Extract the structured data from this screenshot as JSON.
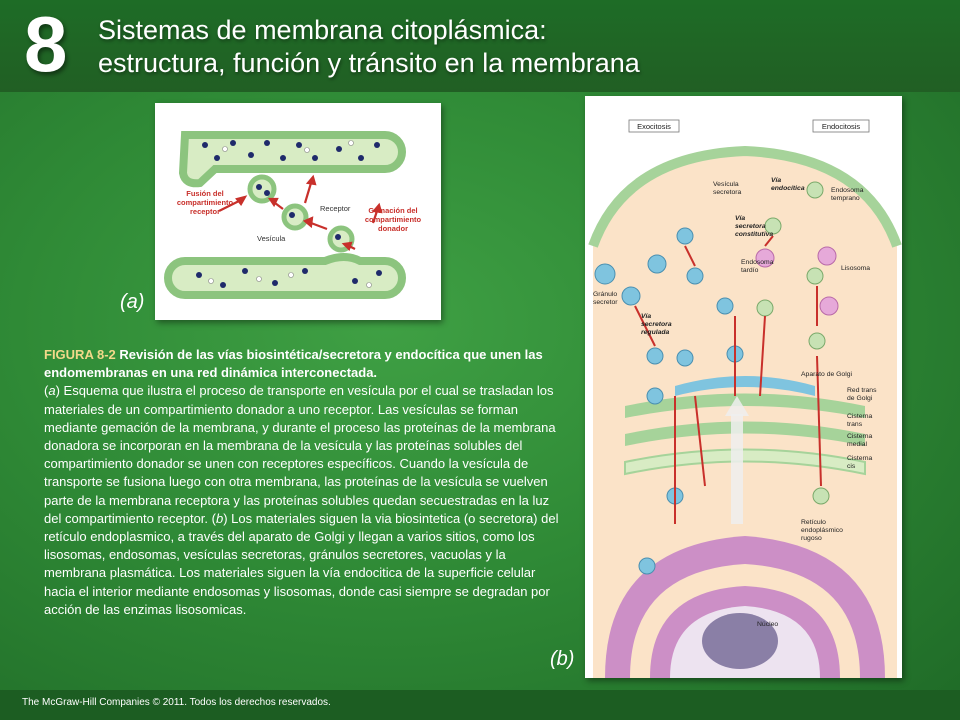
{
  "header": {
    "chapter_number": "8",
    "title_line1": "Sistemas de membrana citoplásmica:",
    "title_line2": "estructura, función y tránsito en la membrana"
  },
  "figure_a": {
    "panel_label": "(a)",
    "labels": {
      "fusion": [
        "Fusión del",
        "compartimiento",
        "receptor"
      ],
      "gemacion": [
        "Gemación del",
        "compartimiento",
        "donador"
      ],
      "receptor": "Receptor",
      "vesicula": "Vesícula"
    }
  },
  "figure_b": {
    "panel_label": "(b)",
    "labels": {
      "exocitosis": "Exocitosis",
      "endocitosis": "Endocitosis",
      "vesicula_secretora": [
        "Vesícula",
        "secretora"
      ],
      "via_endocitica": [
        "Vía",
        "endocítica"
      ],
      "endosoma_temprano": [
        "Endosoma",
        "temprano"
      ],
      "via_secretora_constitutiva": [
        "Vía",
        "secretora",
        "constitutiva"
      ],
      "granulo_secretor": [
        "Gránulo",
        "secretor"
      ],
      "endosoma_tardio": [
        "Endosoma",
        "tardío"
      ],
      "lisosoma": "Lisosoma",
      "via_secretora_regulada": [
        "Vía",
        "secretora",
        "regulada"
      ],
      "aparato_golgi": "Aparato de Golgi",
      "red_trans": [
        "Red trans",
        "de Golgi"
      ],
      "cisterna_trans": [
        "Cisterna",
        "trans"
      ],
      "cisterna_medial": [
        "Cisterna",
        "medial"
      ],
      "cisterna_cis": [
        "Cisterna",
        "cis"
      ],
      "reticulo": [
        "Retículo",
        "endoplásmico",
        "rugoso"
      ],
      "nucleo": "Núcleo"
    }
  },
  "caption": {
    "figure_number": "FIGURA 8-2",
    "figure_title": "Revisión de las vías biosintética/secretora y endocítica que unen las endomembranas en una red dinámica interconectada.",
    "part_a_letter": "a",
    "part_a_text": " Esquema que ilustra el proceso de transporte en vesícula por el cual se trasladan los materiales de un compartimiento donador a uno receptor. Las vesículas se forman mediante gemación de la membrana, y durante el proceso las proteínas de la membrana donadora se incorporan en la membrana de la vesícula y las proteínas solubles del compartimiento donador se unen con receptores específicos. Cuando la vesícula de transporte se fusiona luego con otra membrana, las proteínas de la vesícula se vuelven parte de la membrana receptora y las proteínas solubles quedan secuestradas en la luz del compartimiento receptor. (",
    "part_b_letter": "b",
    "part_b_text": ") Los materiales siguen la via biosintetica (o secretora) del retículo endoplasmico, a través del aparato de Golgi y llegan a varios sitios, como los lisosomas, endosomas, vesículas secretoras, gránulos secretores, vacuolas y la membrana plasmática. Los materiales siguen la vía endocitica de la superficie celular hacia el interior mediante endosomas y lisosomas, donde casi siempre se degradan por acción de las enzimas lisosomicas."
  },
  "footer": {
    "copyright": "The McGraw-Hill Companies © 2011. Todos los derechos reservados."
  },
  "colors": {
    "background_green": "#2f8a36",
    "header_green": "#1e6c26",
    "membrane_green": "#a6d39a",
    "lumen_green": "#d8ecc4",
    "cell_cytoplasm": "#fbe3c8",
    "er_pink": "#cc8fc6",
    "nucleus_purple": "#8a7fa6",
    "vesicle_blue": "#7fc4df",
    "arrow_red": "#c8302b",
    "caption_highlight": "#f2d98a"
  }
}
